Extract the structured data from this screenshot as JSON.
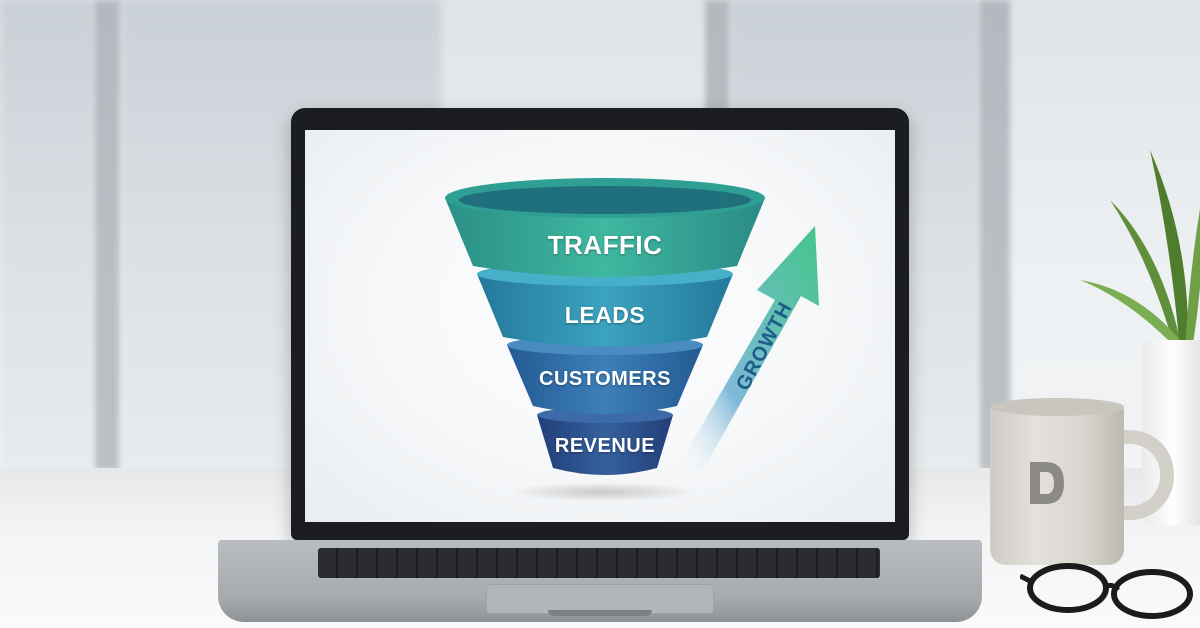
{
  "funnel": {
    "stages": [
      {
        "label": "TRAFFIC",
        "color": "#3aa99a"
      },
      {
        "label": "LEADS",
        "color": "#2f8fae"
      },
      {
        "label": "CUSTOMERS",
        "color": "#2e6fa5"
      },
      {
        "label": "REVENUE",
        "color": "#2b4f86"
      }
    ]
  },
  "arrow": {
    "label": "GROWTH",
    "color": "#3ec28a"
  },
  "mug": {
    "logo_icon": "d-monogram-logo-icon"
  }
}
